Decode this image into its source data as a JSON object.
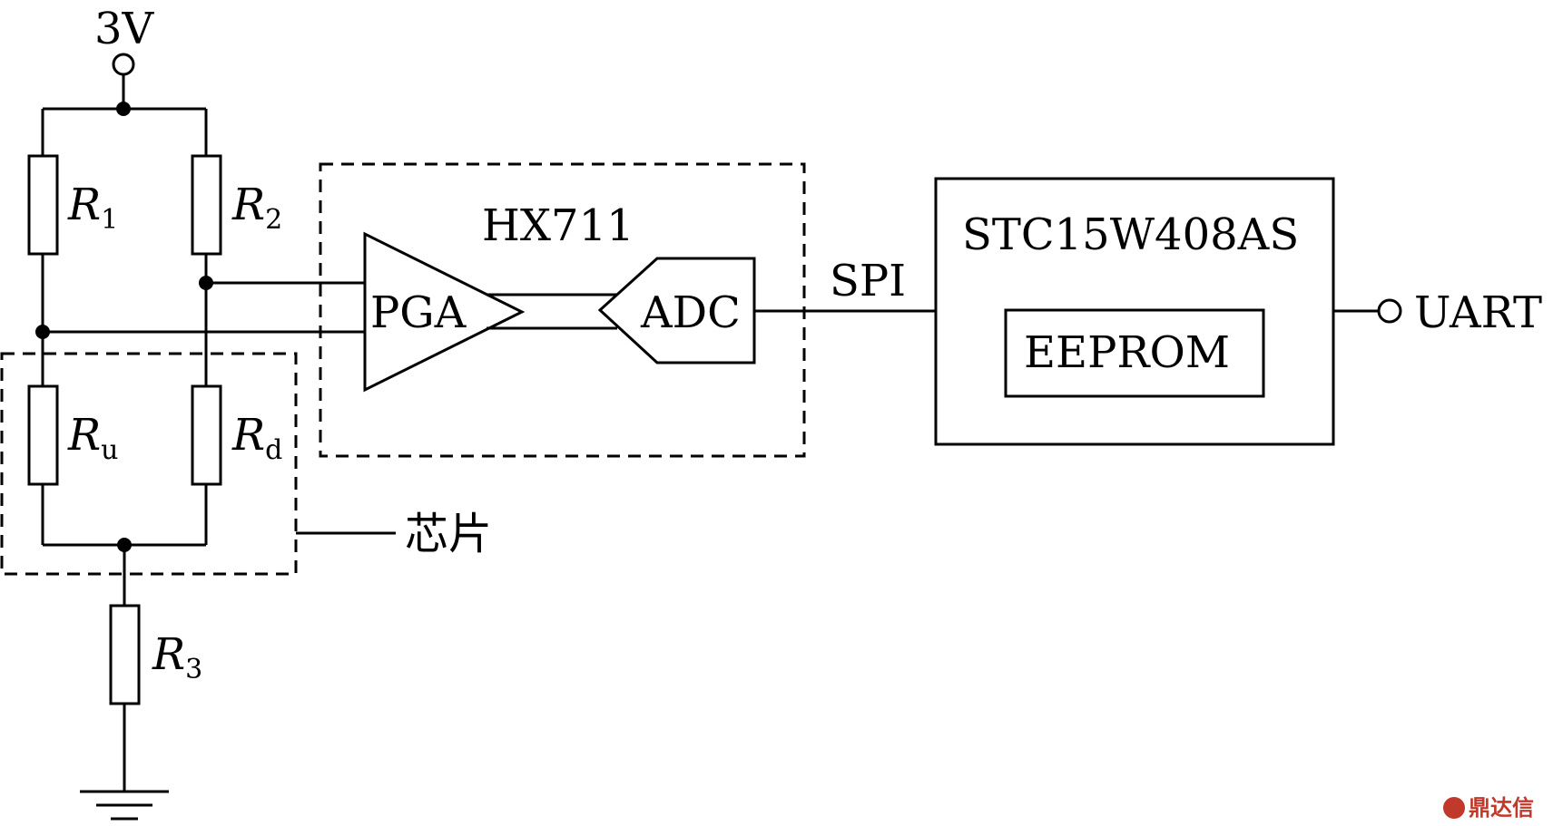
{
  "supply_label": "3V",
  "resistors": {
    "r1": {
      "letter": "R",
      "sub": "1"
    },
    "r2": {
      "letter": "R",
      "sub": "2"
    },
    "ru": {
      "letter": "R",
      "sub": "u"
    },
    "rd": {
      "letter": "R",
      "sub": "d"
    },
    "r3": {
      "letter": "R",
      "sub": "3"
    }
  },
  "hx711": {
    "title": "HX711",
    "pga": "PGA",
    "adc": "ADC"
  },
  "bus_label": "SPI",
  "mcu": {
    "title": "STC15W408AS",
    "eeprom": "EEPROM"
  },
  "output_label": "UART",
  "chip_label": "芯片",
  "watermark": "鼎达信"
}
